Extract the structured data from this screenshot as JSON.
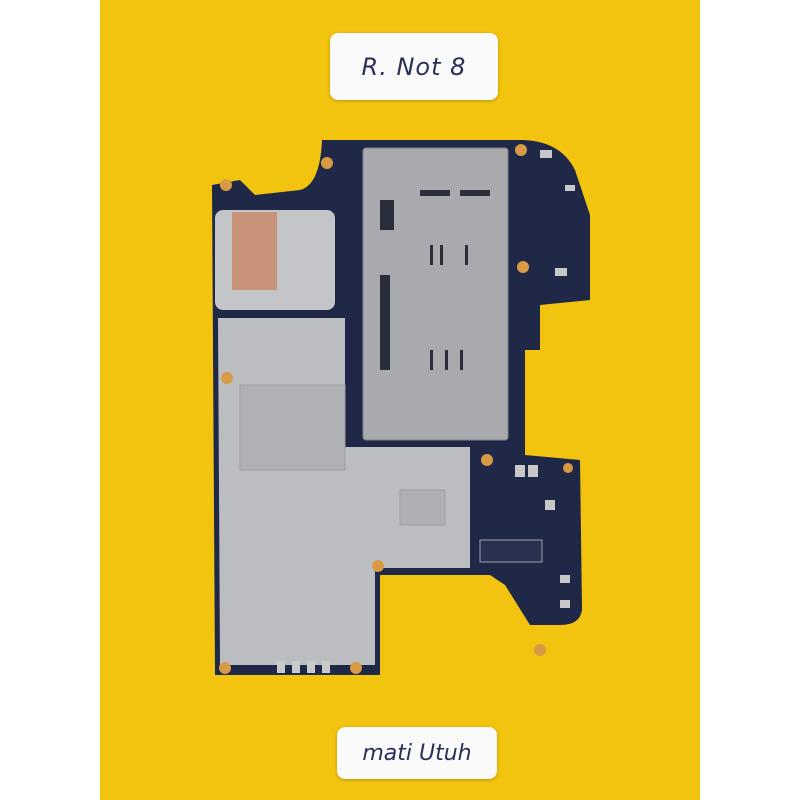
{
  "image": {
    "subject": "smartphone motherboard on yellow background",
    "background_color": "#f2c40f",
    "board_color": "#1f2847",
    "shield_color": "#b9babd"
  },
  "labels": {
    "top": "R. Not 8",
    "bottom": "mati Utuh"
  }
}
